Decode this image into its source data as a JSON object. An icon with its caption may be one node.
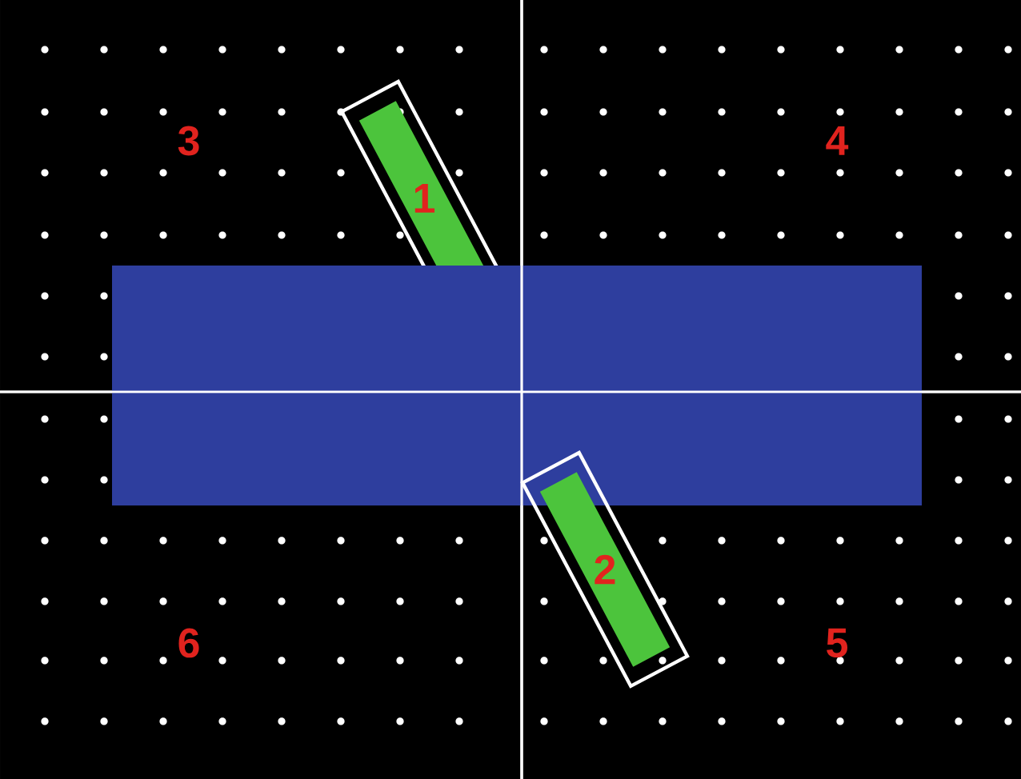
{
  "diagram": {
    "nodes": [
      {
        "text": [
          "1"
        ]
      },
      {
        "text": [],
        "shape": "box"
      },
      {
        "text": [
          "2"
        ]
      }
    ],
    "labels": [
      "3",
      "4",
      "6",
      "5"
    ]
  }
}
